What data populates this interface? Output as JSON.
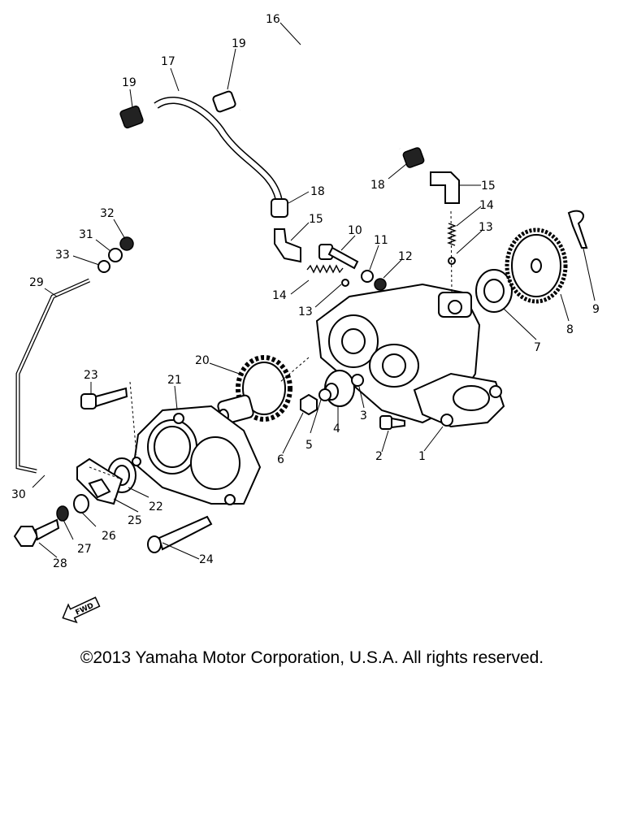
{
  "copyright": "©2013 Yamaha Motor Corporation, U.S.A. All rights reserved.",
  "fwd_label": "FWD",
  "callouts": [
    "1",
    "2",
    "3",
    "4",
    "5",
    "6",
    "7",
    "8",
    "9",
    "10",
    "11",
    "12",
    "13",
    "13",
    "14",
    "14",
    "15",
    "15",
    "16",
    "17",
    "18",
    "18",
    "19",
    "19",
    "20",
    "21",
    "22",
    "23",
    "24",
    "25",
    "26",
    "27",
    "28",
    "29",
    "30",
    "31",
    "32",
    "33"
  ]
}
